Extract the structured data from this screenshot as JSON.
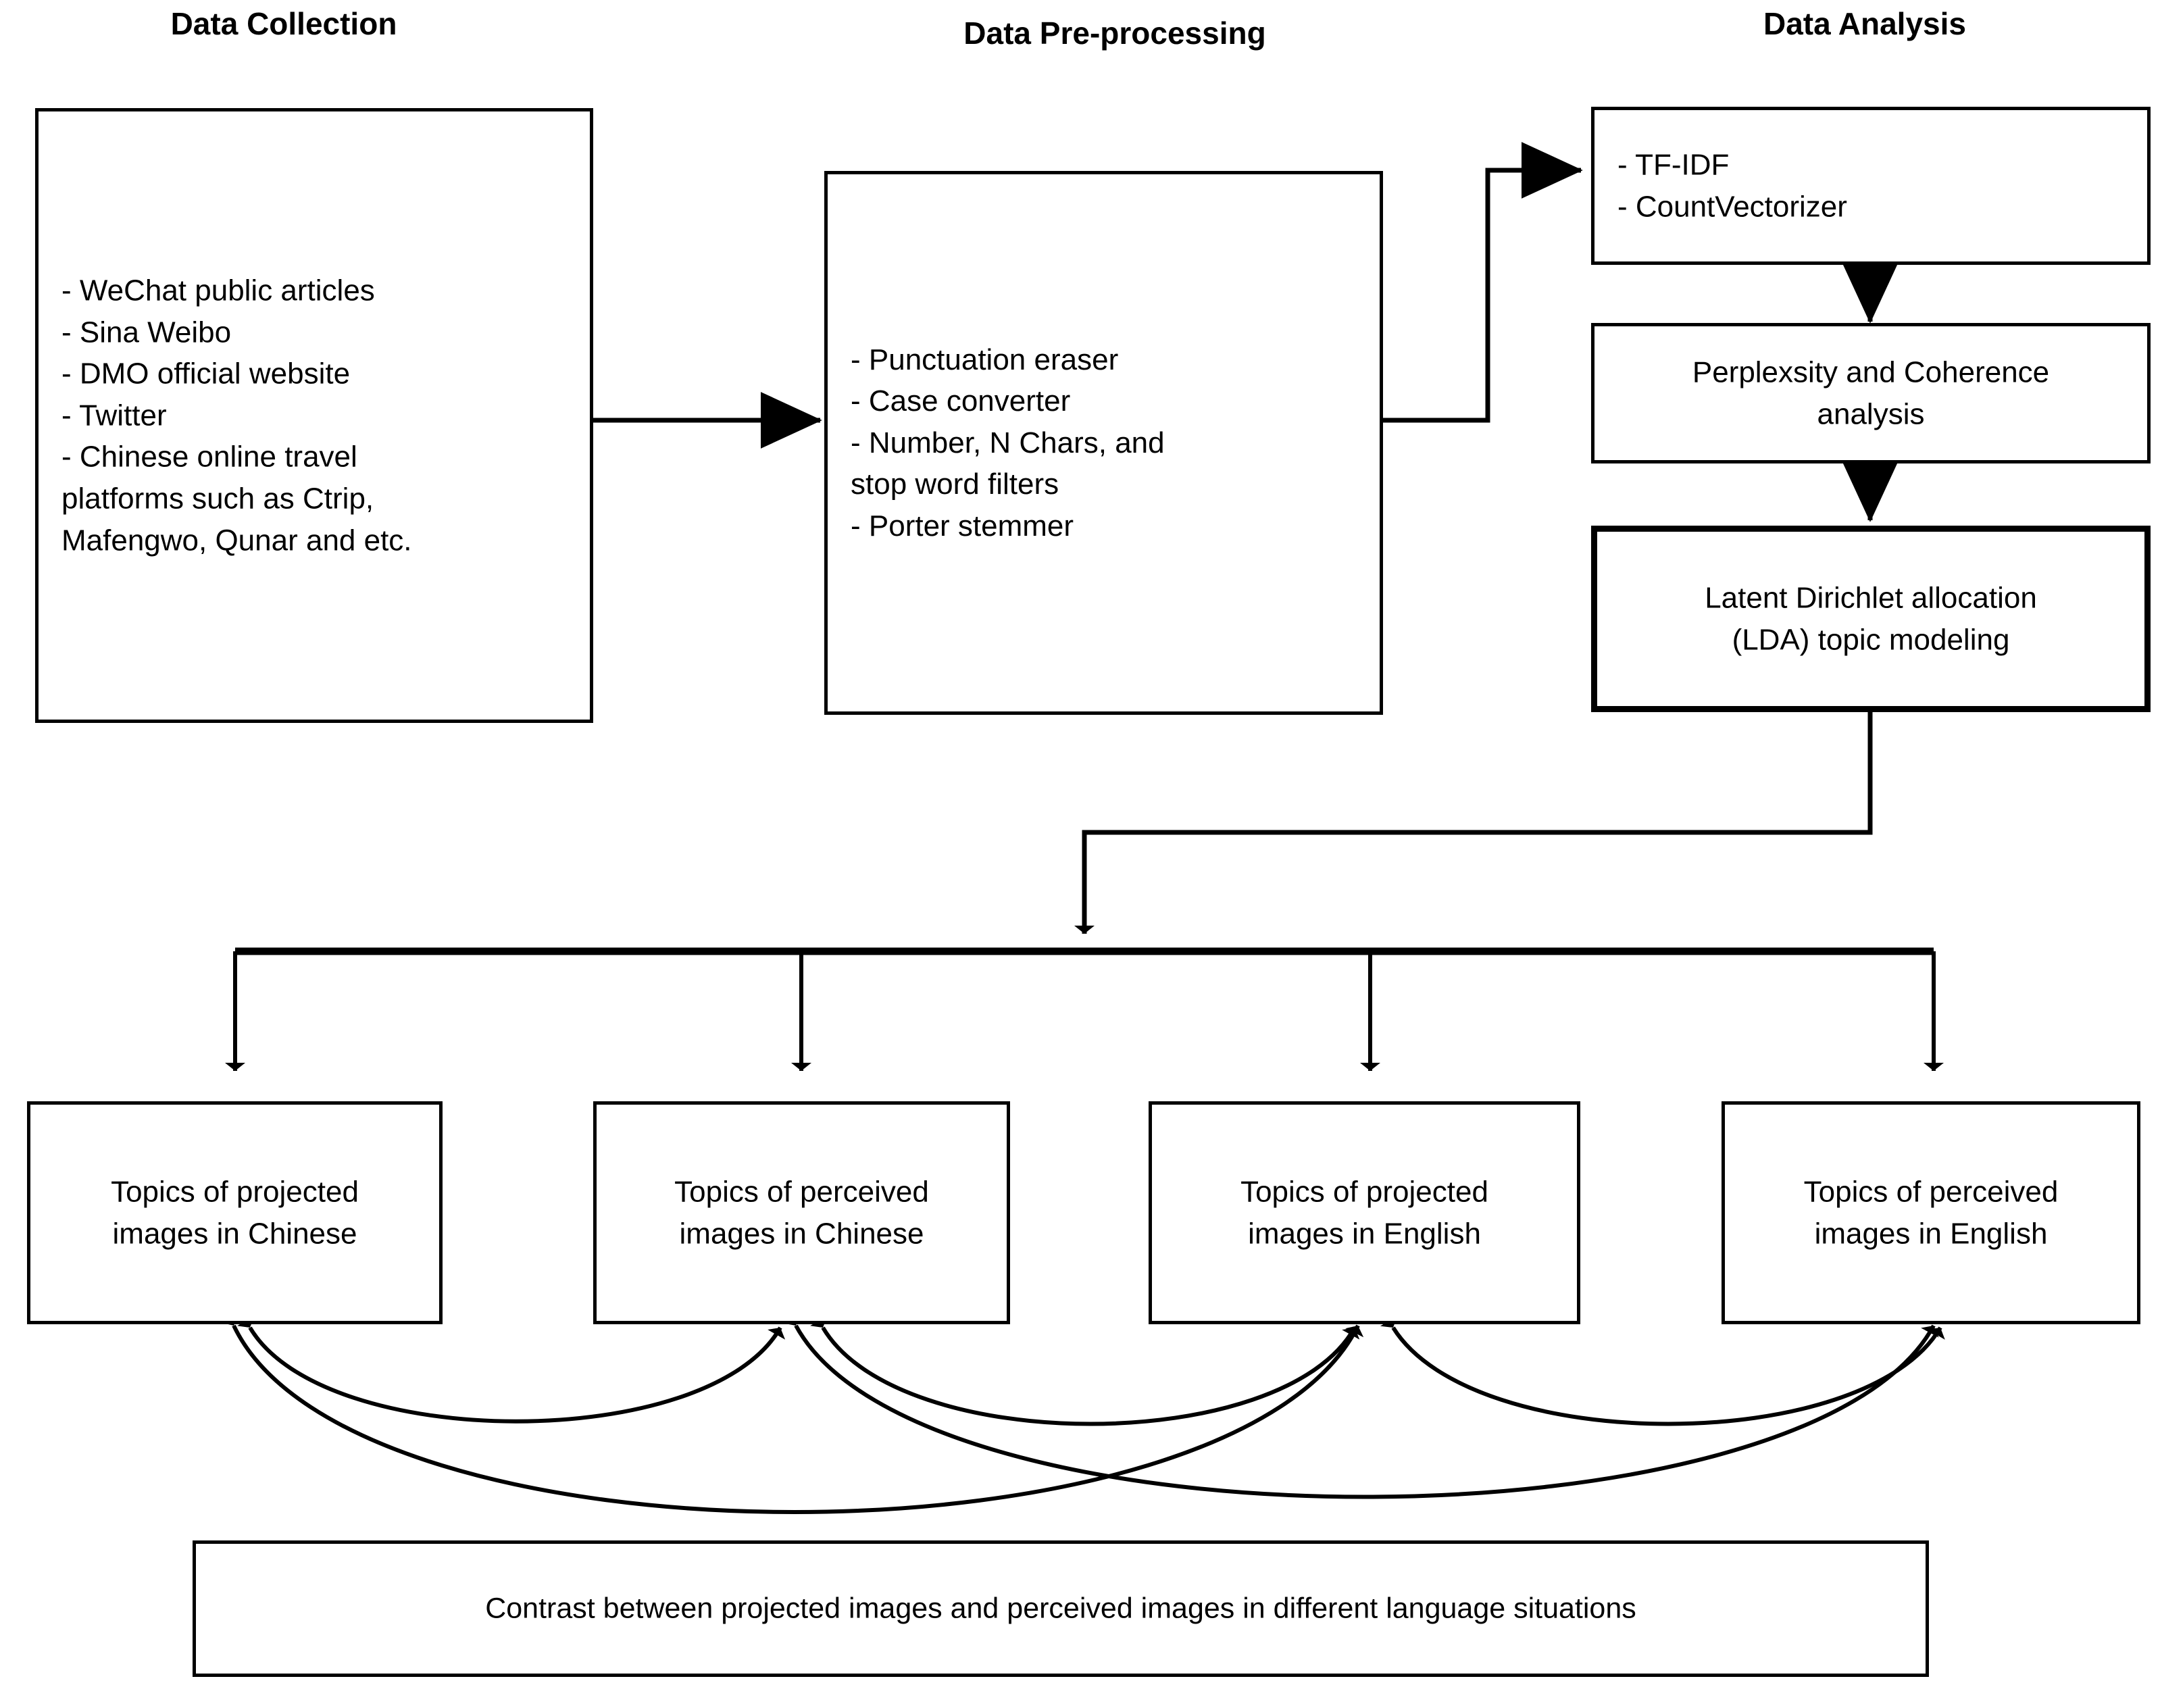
{
  "figure": {
    "type": "flowchart",
    "title_visible": false
  },
  "headers": [
    {
      "label": "Data Collection"
    },
    {
      "label": "Data Pre-processing"
    },
    {
      "label": "Data Analysis"
    }
  ],
  "nodes": {
    "data_collection": {
      "text": "- WeChat public articles\n- Sina Weibo\n- DMO official website\n- Twitter\n- Chinese online travel\nplatforms such as Ctrip,\nMafengwo, Qunar and etc."
    },
    "data_preprocessing": {
      "text": "- Punctuation eraser\n- Case converter\n- Number, N Chars, and\nstop word filters\n- Porter stemmer"
    },
    "vectorizers": {
      "text": "- TF-IDF\n- CountVectorizer"
    },
    "perplexity": {
      "text": "Perplexsity and Coherence\nanalysis"
    },
    "lda": {
      "text": "Latent Dirichlet allocation\n(LDA) topic modeling"
    },
    "topic1": {
      "text": "Topics of projected\nimages in Chinese"
    },
    "topic2": {
      "text": "Topics of perceived\nimages in Chinese"
    },
    "topic3": {
      "text": "Topics of projected\nimages in English"
    },
    "topic4": {
      "text": "Topics of perceived\nimages in English"
    },
    "contrast": {
      "text": "Contrast between projected images and perceived images in different language situations"
    }
  },
  "colors": {
    "stroke": "#000000",
    "background": "#ffffff",
    "text": "#000000"
  },
  "edges": [
    {
      "from": "data_collection",
      "to": "data_preprocessing",
      "style": "straight-arrow"
    },
    {
      "from": "data_preprocessing",
      "to": "vectorizers",
      "style": "orthogonal-arrow"
    },
    {
      "from": "vectorizers",
      "to": "perplexity",
      "style": "straight-arrow"
    },
    {
      "from": "perplexity",
      "to": "lda",
      "style": "straight-arrow"
    },
    {
      "from": "lda",
      "to": "topic-bus",
      "style": "orthogonal-arrow"
    },
    {
      "from": "topic-bus",
      "to": "topic1",
      "style": "straight-arrow"
    },
    {
      "from": "topic-bus",
      "to": "topic2",
      "style": "straight-arrow"
    },
    {
      "from": "topic-bus",
      "to": "topic3",
      "style": "straight-arrow"
    },
    {
      "from": "topic-bus",
      "to": "topic4",
      "style": "straight-arrow"
    },
    {
      "from": "topic1",
      "to": "topic2",
      "style": "curved-double-arrow"
    },
    {
      "from": "topic2",
      "to": "topic3",
      "style": "curved-double-arrow"
    },
    {
      "from": "topic3",
      "to": "topic4",
      "style": "curved-double-arrow"
    },
    {
      "from": "topic1",
      "to": "topic3",
      "style": "curved-double-arrow"
    },
    {
      "from": "topic2",
      "to": "topic4",
      "style": "curved-double-arrow"
    }
  ]
}
